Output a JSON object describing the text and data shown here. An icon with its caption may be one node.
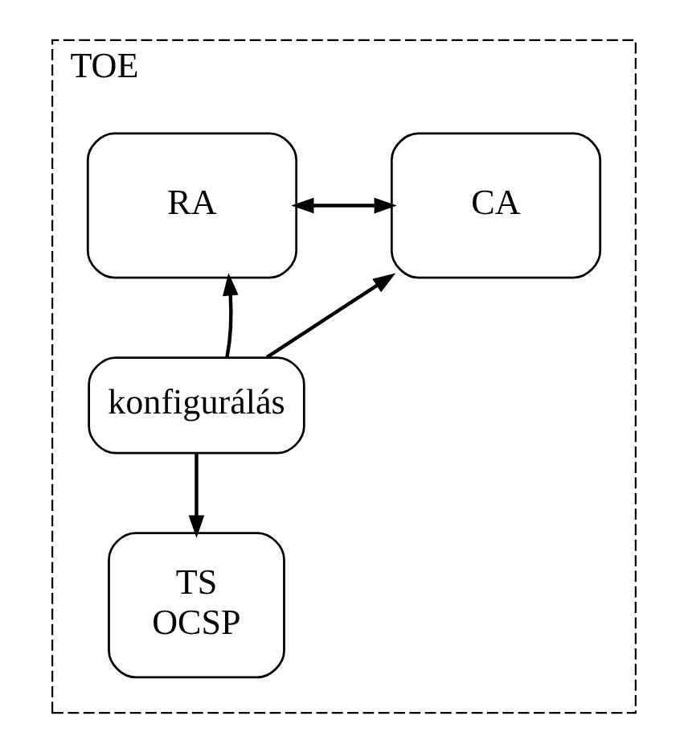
{
  "diagram": {
    "nodes": [
      {
        "text": [
          "TOE"
        ]
      },
      {
        "text": [
          "RA"
        ],
        "in": 0
      },
      {
        "text": [
          "CA"
        ],
        "in": 0
      },
      {
        "text": [
          "konfigurálás"
        ],
        "in": 0
      },
      {
        "text": [
          "TS",
          "OCSP"
        ],
        "in": 0
      }
    ],
    "edges": [
      {
        "from": 1,
        "to": 2,
        "arrow": "both"
      },
      {
        "from": 3,
        "to": 1,
        "arrow": "to"
      },
      {
        "from": 3,
        "to": 2,
        "arrow": "to"
      },
      {
        "from": 3,
        "to": 4,
        "arrow": "to"
      }
    ]
  }
}
